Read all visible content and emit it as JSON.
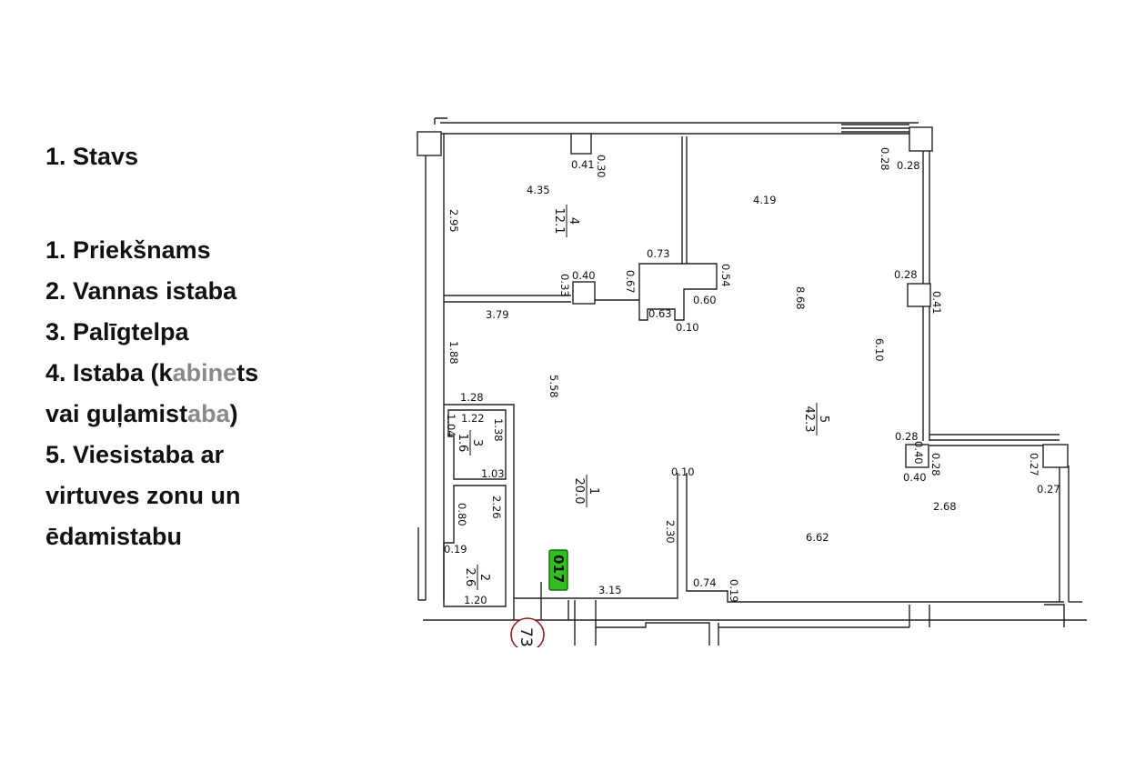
{
  "legend": {
    "title": "1. Stavs",
    "items": [
      "1. Priekšnams",
      "2. Vannas istaba",
      "3. Palīgtelpa",
      "4. Istaba (k",
      "abine",
      "ts",
      "vai guļamist",
      "aba",
      ")",
      "5. Viesistaba ar",
      "virtuves zonu un",
      "ēdamistabu"
    ]
  },
  "plan": {
    "rooms": [
      {
        "number": "4",
        "area": "12.1"
      },
      {
        "number": "5",
        "area": "42.3"
      },
      {
        "number": "3",
        "area": "1.6"
      },
      {
        "number": "1",
        "area": "20.0"
      },
      {
        "number": "2",
        "area": "2.6"
      }
    ],
    "dims": [
      "0.30",
      "0.41",
      "4.35",
      "2.95",
      "0.73",
      "0.40",
      "0.33",
      "0.67",
      "0.54",
      "0.60",
      "0.63",
      "0.10",
      "3.79",
      "4.19",
      "8.68",
      "0.28",
      "0.28",
      "0.28",
      "0.41",
      "6.10",
      "1.88",
      "5.58",
      "1.28",
      "1.22",
      "1.04",
      "1.38",
      "1.03",
      "0.80",
      "2.26",
      "0.19",
      "1.20",
      "0.10",
      "2.30",
      "3.15",
      "0.74",
      "0.19",
      "0.28",
      "0.40",
      "0.40",
      "0.28",
      "0.27",
      "0.27",
      "2.68",
      "6.62"
    ],
    "tag": "017",
    "marker": "73",
    "colors": {
      "tag": "#2fbf1f",
      "marker": "#9b1c1c"
    }
  }
}
